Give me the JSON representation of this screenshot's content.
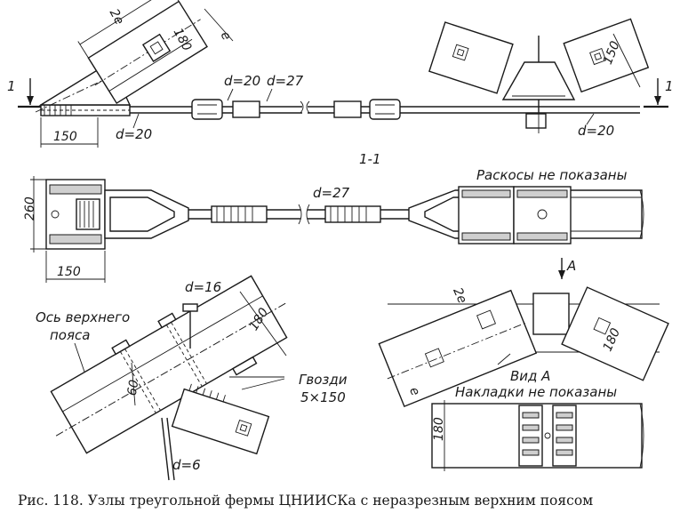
{
  "figure": {
    "caption": "Рис. 118. Узлы треугольной фермы ЦНИИСКа с неразрезным верхним поясом"
  },
  "top_left": {
    "section_mark": "1",
    "dim_2e": "2e",
    "dim_180": "180",
    "dim_e": "e",
    "rod_d20_top": "d=20",
    "rod_d27": "d=27",
    "rod_d20_bottom": "d=20",
    "dim_150": "150"
  },
  "top_right": {
    "dim_150": "150",
    "section_mark": "1",
    "rod_d20": "d=20"
  },
  "section_view": {
    "title": "1-1",
    "dim_260": "260",
    "dim_150": "150",
    "rod_d27": "d=27",
    "note_braces": "Раскосы не показаны"
  },
  "bottom_left": {
    "axis_label_line1": "Ось верхнего",
    "axis_label_line2": "пояса",
    "bolt_d16": "d=16",
    "dim_180": "180",
    "dim_60": "60",
    "nails_line1": "Гвозди",
    "nails_line2": "5×150",
    "bar_d6": "d=6"
  },
  "bottom_right": {
    "view_mark": "A",
    "dim_2e": "2e",
    "dim_180": "180",
    "dim_e": "e",
    "view_label": "Вид А",
    "note_plates": "Накладки не показаны",
    "dim_180_view": "180"
  }
}
